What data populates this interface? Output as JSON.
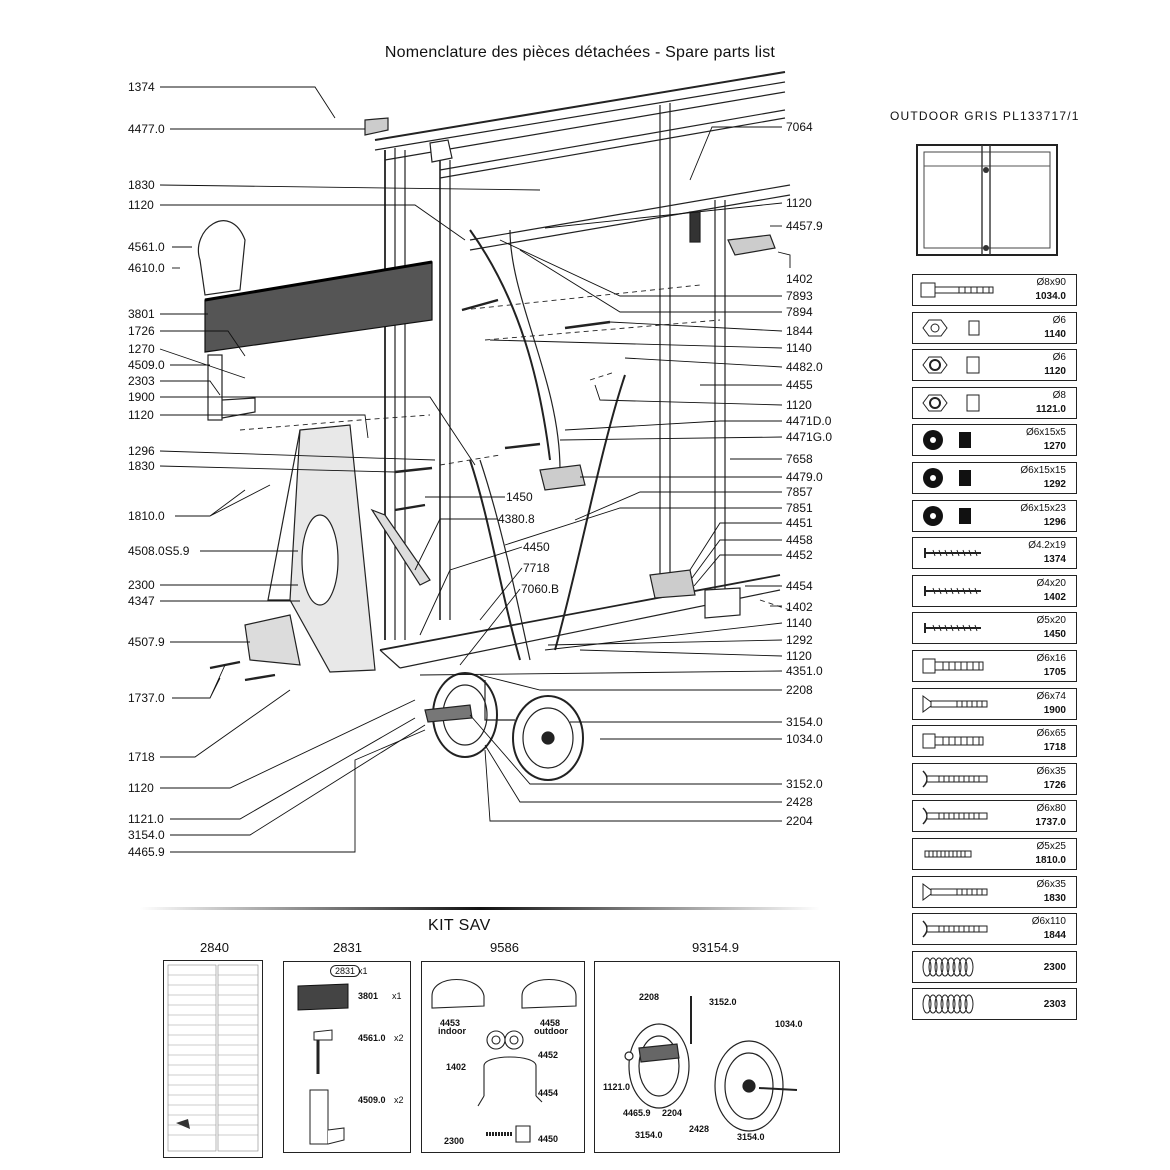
{
  "title": "Nomenclature des pièces détachées  -  Spare parts list",
  "left_labels": [
    "1374",
    "4477.0",
    "1830",
    "1120",
    "4561.0",
    "4610.0",
    "3801",
    "1726",
    "1270",
    "4509.0",
    "2303",
    "1900",
    "1120",
    "1296",
    "1830",
    "1810.0",
    "4508.0S5.9",
    "2300",
    "4347",
    "4507.9",
    "1737.0",
    "1718",
    "1120",
    "1121.0",
    "3154.0",
    "4465.9"
  ],
  "right_labels": [
    "7064",
    "1120",
    "4457.9",
    "1402",
    "7893",
    "7894",
    "1844",
    "1140",
    "4482.0",
    "4455",
    "1120",
    "4471D.0",
    "4471G.0",
    "7658",
    "4479.0",
    "7857",
    "7851",
    "4451",
    "4458",
    "4452",
    "4454",
    "1402",
    "1140",
    "1292",
    "1120",
    "4351.0",
    "2208",
    "3154.0",
    "1034.0",
    "3152.0",
    "2428",
    "2204"
  ],
  "mid_labels": [
    "1450",
    "4380.8",
    "4450",
    "7718",
    "7060.B"
  ],
  "panel": {
    "title": "OUTDOOR  GRIS  PL133717/1",
    "parts": [
      {
        "dim": "Ø8x90",
        "ref": "1034.0",
        "icon": "bolt-icon"
      },
      {
        "dim": "Ø6",
        "ref": "1140",
        "icon": "nut-icon"
      },
      {
        "dim": "Ø6",
        "ref": "1120",
        "icon": "lock-nut-icon"
      },
      {
        "dim": "Ø8",
        "ref": "1121.0",
        "icon": "lock-nut-icon"
      },
      {
        "dim": "Ø6x15x5",
        "ref": "1270",
        "icon": "washer-icon"
      },
      {
        "dim": "Ø6x15x15",
        "ref": "1292",
        "icon": "washer-icon"
      },
      {
        "dim": "Ø6x15x23",
        "ref": "1296",
        "icon": "washer-icon"
      },
      {
        "dim": "Ø4.2x19",
        "ref": "1374",
        "icon": "screw-icon"
      },
      {
        "dim": "Ø4x20",
        "ref": "1402",
        "icon": "screw-icon"
      },
      {
        "dim": "Ø5x20",
        "ref": "1450",
        "icon": "screw-icon"
      },
      {
        "dim": "Ø6x16",
        "ref": "1705",
        "icon": "hex-bolt-icon"
      },
      {
        "dim": "Ø6x74",
        "ref": "1900",
        "icon": "countersunk-bolt-icon"
      },
      {
        "dim": "Ø6x65",
        "ref": "1718",
        "icon": "hex-bolt-icon"
      },
      {
        "dim": "Ø6x35",
        "ref": "1726",
        "icon": "carriage-bolt-icon"
      },
      {
        "dim": "Ø6x80",
        "ref": "1737.0",
        "icon": "carriage-bolt-icon"
      },
      {
        "dim": "Ø5x25",
        "ref": "1810.0",
        "icon": "threaded-rod-icon"
      },
      {
        "dim": "Ø6x35",
        "ref": "1830",
        "icon": "countersunk-bolt-icon"
      },
      {
        "dim": "Ø6x110",
        "ref": "1844",
        "icon": "carriage-bolt-icon"
      },
      {
        "dim": "",
        "ref": "2300",
        "icon": "spring-icon"
      },
      {
        "dim": "",
        "ref": "2303",
        "icon": "spring-icon"
      }
    ]
  },
  "kit": {
    "title": "KIT SAV",
    "boxes": [
      {
        "code": "2840"
      },
      {
        "code": "2831",
        "badge": "2831",
        "badge_qty": "x1",
        "items": [
          {
            "ref": "3801",
            "qty": "x1"
          },
          {
            "ref": "4561.0",
            "qty": "x2"
          },
          {
            "ref": "4509.0",
            "qty": "x2"
          }
        ]
      },
      {
        "code": "9586",
        "items": [
          {
            "ref": "4453",
            "sub": "indoor"
          },
          {
            "ref": "4458",
            "sub": "outdoor"
          },
          {
            "ref": "4452"
          },
          {
            "ref": "1402"
          },
          {
            "ref": "4454"
          },
          {
            "ref": "2300"
          },
          {
            "ref": "4450"
          }
        ]
      },
      {
        "code": "93154.9",
        "items": [
          {
            "ref": "2208"
          },
          {
            "ref": "3152.0"
          },
          {
            "ref": "1034.0"
          },
          {
            "ref": "1121.0"
          },
          {
            "ref": "4465.9"
          },
          {
            "ref": "2204"
          },
          {
            "ref": "2428"
          },
          {
            "ref": "3154.0"
          },
          {
            "ref": "3154.0"
          }
        ]
      }
    ]
  }
}
